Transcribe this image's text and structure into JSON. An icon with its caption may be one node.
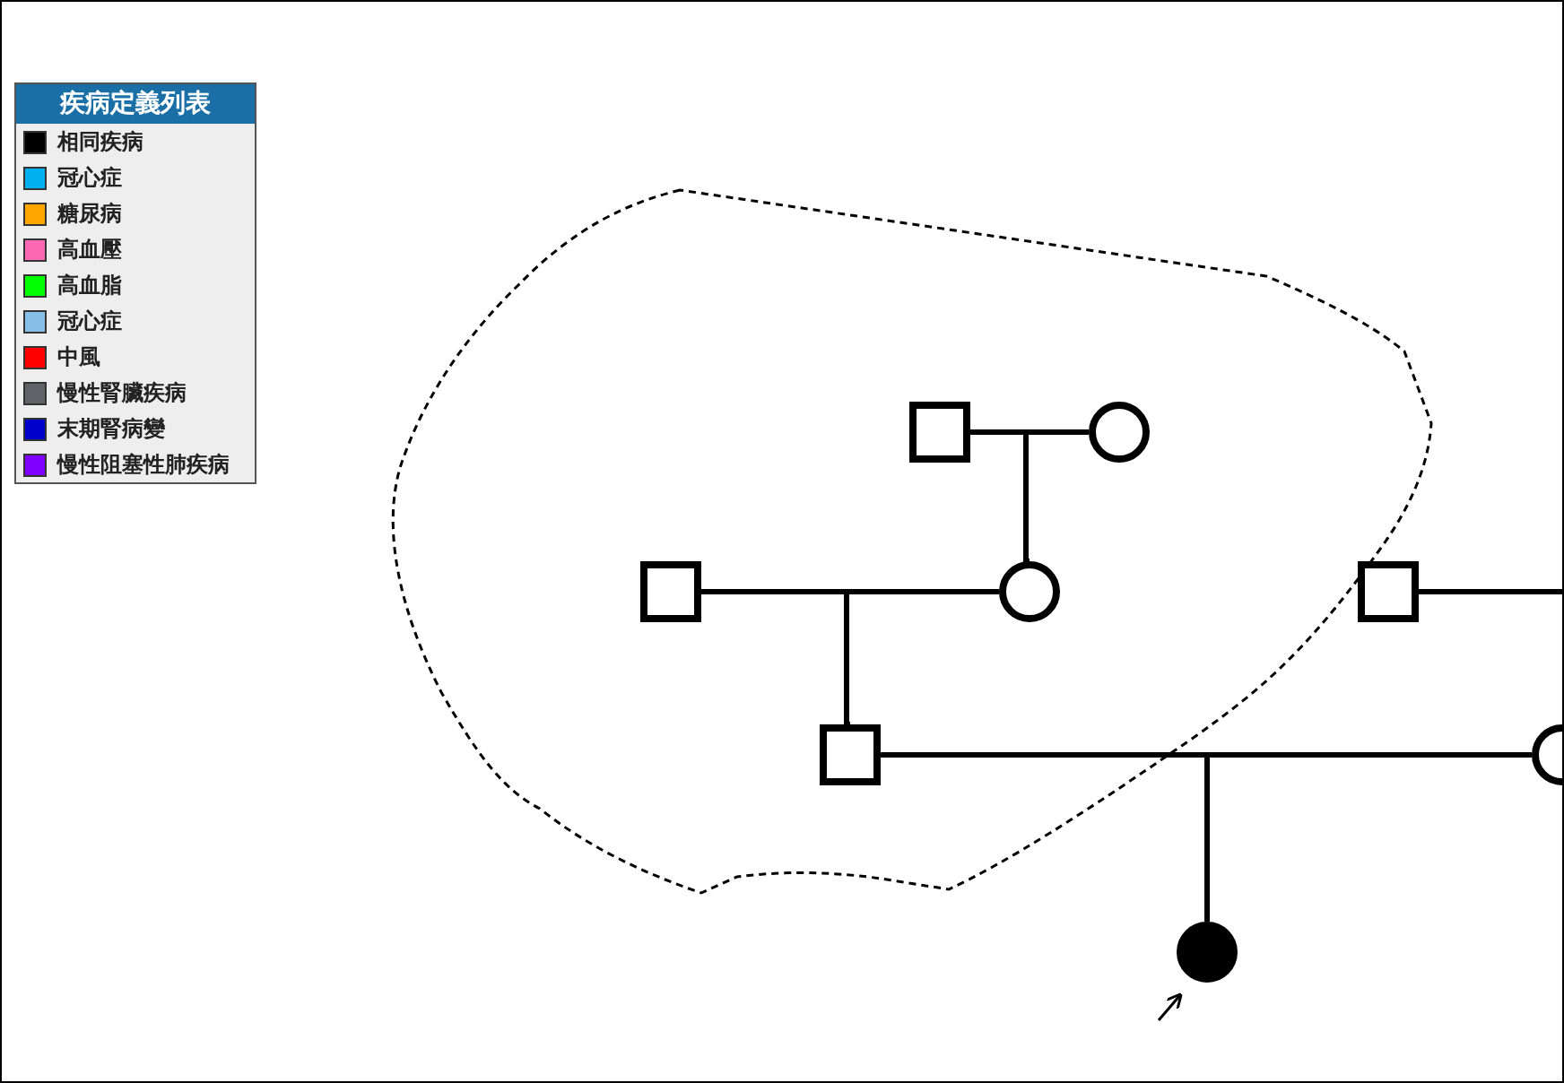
{
  "diagram": {
    "nodes": [
      {
        "text": [],
        "shape": "box"
      },
      {
        "text": [],
        "shape": "circle"
      },
      {
        "text": [],
        "shape": "box"
      },
      {
        "text": [],
        "shape": "circle"
      },
      {
        "text": [],
        "shape": "box"
      },
      {
        "text": [],
        "shape": "box"
      },
      {
        "text": [],
        "shape": "circle"
      },
      {
        "text": [],
        "shape": "circle"
      }
    ],
    "edges": [
      {
        "from": 0,
        "to": 3,
        "arrow": "none"
      },
      {
        "from": 1,
        "to": 3,
        "arrow": "none"
      },
      {
        "from": 2,
        "to": 4,
        "arrow": "none"
      },
      {
        "from": 3,
        "to": 4,
        "arrow": "none"
      },
      {
        "from": 5,
        "to": null,
        "arrow": "none"
      },
      {
        "from": 4,
        "to": 7,
        "arrow": "none"
      },
      {
        "from": 6,
        "to": 7,
        "arrow": "none"
      },
      {
        "from": null,
        "to": 7,
        "arrow": "to"
      }
    ],
    "labels": [
      "疾病定義列表"
    ],
    "legend": [
      {
        "text": "相同疾病",
        "color": "#000000"
      },
      {
        "text": "冠心症",
        "color": "#00b0f0"
      },
      {
        "text": "糖尿病",
        "color": "#ffa500"
      },
      {
        "text": "高血壓",
        "color": "#ff69b4"
      },
      {
        "text": "高血脂",
        "color": "#00ff00"
      },
      {
        "text": "冠心症",
        "color": "#87bfe8"
      },
      {
        "text": "中風",
        "color": "#ff0000"
      },
      {
        "text": "慢性腎臟疾病",
        "color": "#5f6368"
      },
      {
        "text": "末期腎病變",
        "color": "#0000cd"
      },
      {
        "text": "慢性阻塞性肺疾病",
        "color": "#8000ff"
      }
    ]
  }
}
